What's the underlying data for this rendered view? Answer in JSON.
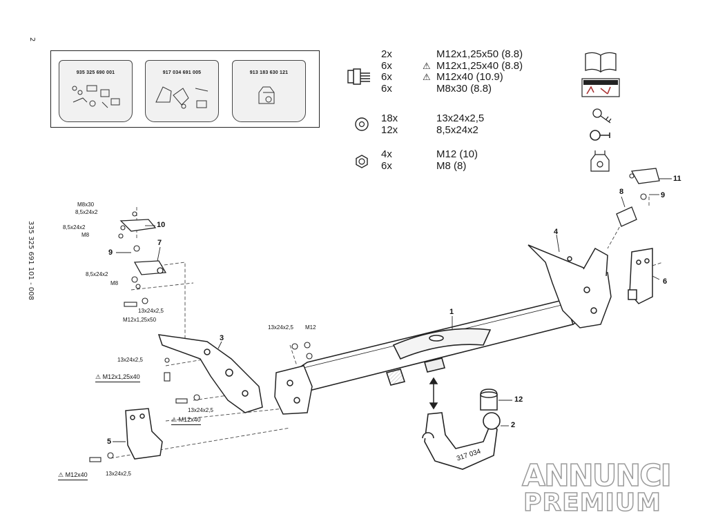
{
  "page_number": "2",
  "doc_code": "335 325 691 101 - 008",
  "kits": [
    {
      "code": "935 325 690 001"
    },
    {
      "code": "917 034 691 005"
    },
    {
      "code": "913 183 630 121"
    }
  ],
  "bolts": [
    {
      "qty": "2x",
      "warn": "",
      "spec": "M12x1,25x50 (8.8)"
    },
    {
      "qty": "6x",
      "warn": "⚠",
      "spec": "M12x1,25x40 (8.8)"
    },
    {
      "qty": "6x",
      "warn": "⚠",
      "spec": "M12x40 (10.9)"
    },
    {
      "qty": "6x",
      "warn": "",
      "spec": "M8x30 (8.8)"
    }
  ],
  "washers": [
    {
      "qty": "18x",
      "spec": "13x24x2,5"
    },
    {
      "qty": "12x",
      "spec": "8,5x24x2"
    }
  ],
  "nuts": [
    {
      "qty": "4x",
      "spec": "M12 (10)"
    },
    {
      "qty": "6x",
      "spec": "M8 (8)"
    }
  ],
  "callouts": {
    "c1": "1",
    "c2": "2",
    "c3": "3",
    "c4": "4",
    "c5": "5",
    "c6": "6",
    "c7": "7",
    "c8": "8",
    "c9a": "9",
    "c9b": "9",
    "c10": "10",
    "c11": "11",
    "c12": "12"
  },
  "labels": {
    "l_m8x30": "M8x30",
    "l_85_a": "8,5x24x2",
    "l_85_b": "8,5x24x2",
    "l_m8_a": "M8",
    "l_85_c": "8,5x24x2",
    "l_m8_b": "M8",
    "l_13_a": "13x24x2,5",
    "l_m12x125x50": "M12x1,25x50",
    "l_13_b": "13x24x2,5",
    "l_m12": "M12",
    "l_13_c": "13x24x2,5",
    "l_13_d": "13x24x2,5",
    "l_13_e": "13x24x2,5",
    "w_m12x125x40": "M12x1,25x40",
    "w_m12x40_a": "M12x40",
    "w_m12x40_b": "M12x40",
    "ball_code": "317 034"
  },
  "watermark": {
    "line1": "ANNUNCI",
    "line2": "PREMIUM"
  },
  "colors": {
    "line": "#222222",
    "paper": "#ffffff",
    "shade": "#d8d8d8"
  }
}
